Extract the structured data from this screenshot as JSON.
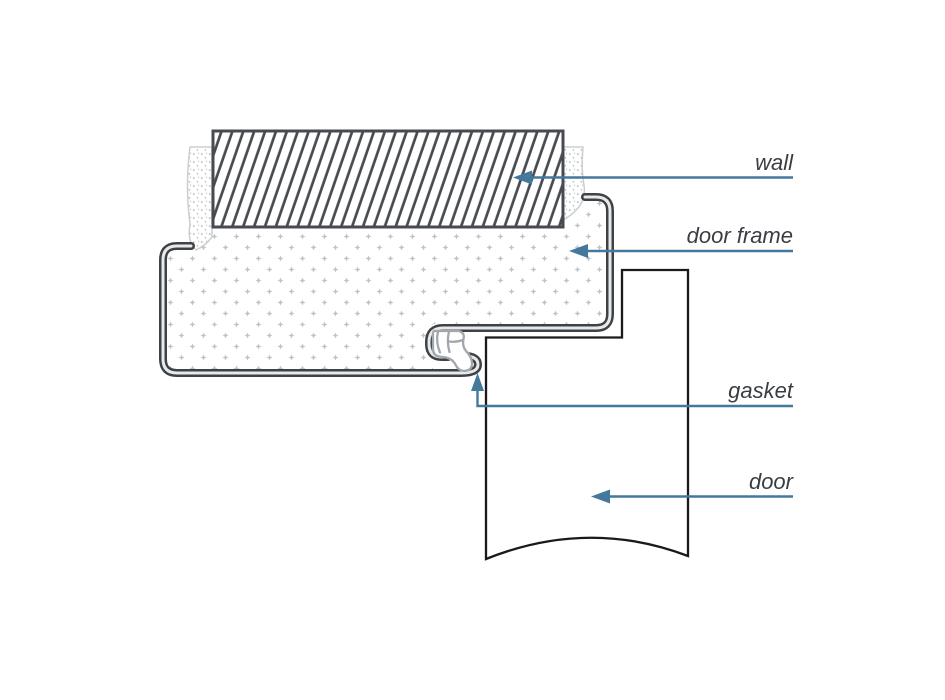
{
  "diagram_type": "door-frame-cross-section",
  "labels": [
    {
      "id": "wall",
      "label": "wall"
    },
    {
      "id": "door-frame",
      "label": "door frame"
    },
    {
      "id": "gasket",
      "label": "gasket"
    },
    {
      "id": "door",
      "label": "door"
    }
  ],
  "colors": {
    "background": "#ffffff",
    "leader": "#44789c",
    "label_text": "#3a3e43",
    "metal": "#3e4247",
    "metal_core": "#e7e9eb",
    "wall_outline": "#474b51",
    "hatch": "#474b51",
    "infill_dot": "#bfc3c7",
    "mortar_dot": "#b2b6ba",
    "mortar_outline": "#cbced1",
    "gasket": "#a2a7ad",
    "door_outline": "#1a1a1c"
  }
}
